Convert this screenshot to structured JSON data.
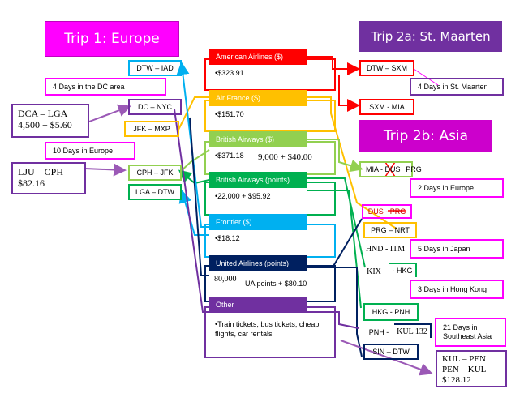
{
  "titles": {
    "europe": "Trip 1: Europe",
    "stmaarten": "Trip 2a: St. Maarten",
    "asia": "Trip 2b: Asia"
  },
  "left_routes": {
    "dtw_iad": "DTW – IAD",
    "dc_nyc": "DC – NYC",
    "jfk_mxp": "JFK – MXP",
    "cph_jfk": "CPH – JFK",
    "lga_dtw": "LGA – DTW"
  },
  "left_notes": {
    "dc_days": "4 Days in the DC area",
    "europe_days": "10 Days in Europe",
    "dca_lga": "DCA – LGA",
    "dca_lga_cost": "4,500 + $5.60",
    "lju_cph": "LJU – CPH",
    "lju_cph_cost": "$82.16"
  },
  "carriers": [
    {
      "name": "American Airlines ($)",
      "cost": "•$323.91",
      "color": "#ff0000"
    },
    {
      "name": "Air France ($)",
      "cost": "•$151.70",
      "color": "#ffc000"
    },
    {
      "name": "British Airways ($)",
      "cost": "•$371.18",
      "extra": "9,000 + $40.00",
      "color": "#92d050"
    },
    {
      "name": "British Airways (points)",
      "cost": "•22,000 + $95.92",
      "color": "#00b050"
    },
    {
      "name": "Frontier ($)",
      "cost": "•$18.12",
      "color": "#00b0f0"
    },
    {
      "name": "United Airlines (points)",
      "cost": "80,000",
      "extra": "UA points + $80.10",
      "color": "#002060"
    },
    {
      "name": "Other",
      "cost": "•Train tickets, bus tickets, cheap flights, car rentals",
      "color": "#7030a0"
    }
  ],
  "right_routes": {
    "dtw_sxm": "DTW – SXM",
    "sxm_mia": "SXM - MIA",
    "mia_dus": "MIA - DUS",
    "prg_tag": "PRG",
    "dus_prg": "DUS - PRG",
    "prg_nrt": "PRG – NRT",
    "hnd_itm": "HND - ITM",
    "kix": "KIX",
    "hkg_tag": "- HKG",
    "hkg_pnh": "HKG - PNH",
    "pnh": "PNH -",
    "kul_tag": "KUL 132",
    "sin_dtw": "SIN – DTW"
  },
  "right_notes": {
    "stm_days": "4 Days in St. Maarten",
    "europe2_days": "2 Days in Europe",
    "japan_days": "5 Days in Japan",
    "hk_days": "3 Days in Hong Kong",
    "sea_days": "21 Days in Southeast Asia",
    "kul_pen": "KUL – PEN",
    "pen_kul": "PEN – KUL",
    "kul_cost": "$128.12"
  }
}
